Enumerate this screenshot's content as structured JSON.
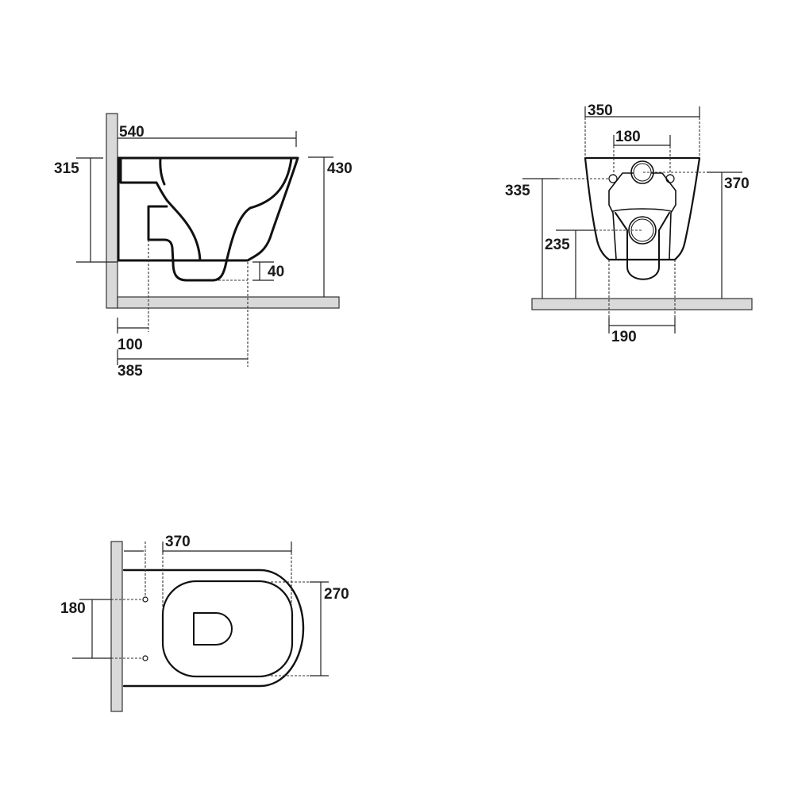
{
  "units": "mm",
  "side_view": {
    "overall_length": "540",
    "rim_to_bottom_height": "315",
    "mounting_height": "430",
    "trap_depth": "40",
    "bolt_offset_from_wall": "100",
    "outlet_offset_from_wall": "385"
  },
  "front_view": {
    "overall_width": "350",
    "bolt_spacing": "180",
    "bolt_height": "335",
    "outlet_height": "235",
    "inlet_height": "370",
    "base_width": "190"
  },
  "top_view": {
    "seat_length": "370",
    "bolt_spacing": "180",
    "seat_width": "270"
  }
}
